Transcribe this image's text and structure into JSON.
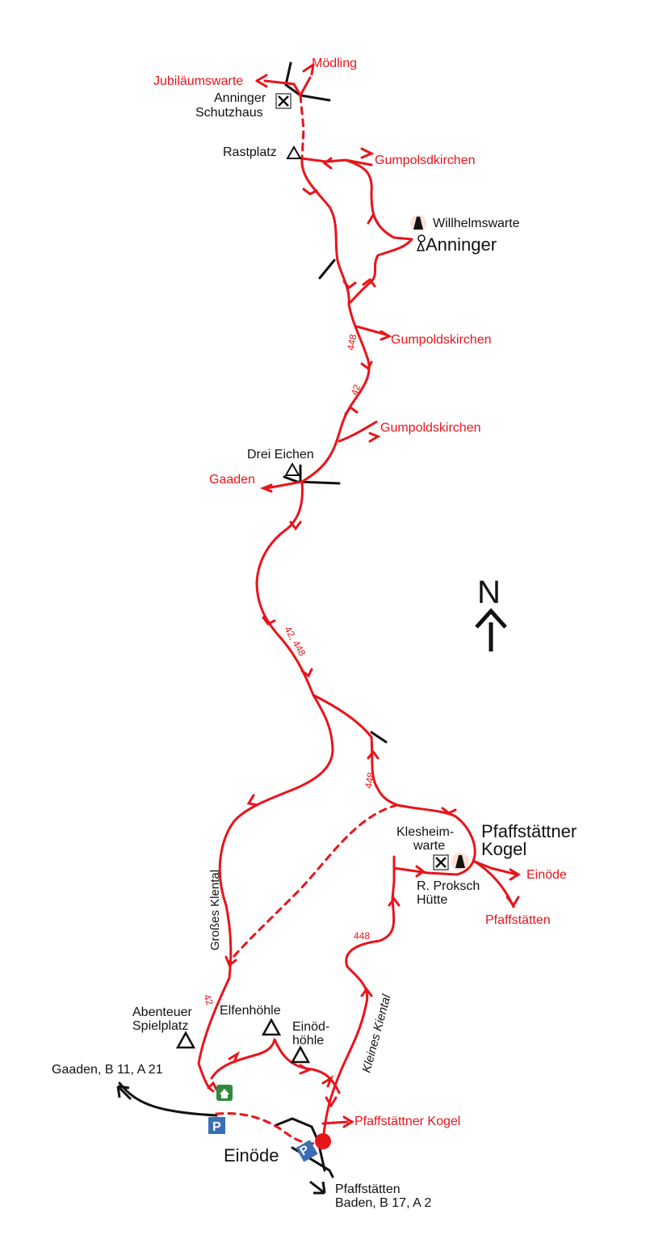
{
  "colors": {
    "route": "#e8141b",
    "road": "#111111",
    "parking": "#3a6fb6",
    "hut": "#2f8a3a"
  },
  "directions": {
    "moedling": "Mödling",
    "jubilaeumswarte": "Jubiläumswarte",
    "gumpolsdkirchen": "Gumpolsdkirchen",
    "gumpoldskirchen_1": "Gumpoldskirchen",
    "gumpoldskirchen_2": "Gumpoldskirchen",
    "gaaden_red": "Gaaden",
    "einoede_red": "Einöde",
    "pfaffstaetten_red": "Pfaffstätten",
    "pfaffstaettner_kogel_red": "Pfaffstättner Kogel",
    "gaaden_road": "Gaaden, B 11, A 21",
    "pfaffstaetten_road_1": "Pfaffstätten",
    "pfaffstaetten_road_2": "Baden, B 17, A 2"
  },
  "places": {
    "anninger_schutzhaus_1": "Anninger",
    "anninger_schutzhaus_2": "Schutzhaus",
    "rastplatz": "Rastplatz",
    "willhelmswarte": "Willhelmswarte",
    "anninger": "Anninger",
    "drei_eichen": "Drei Eichen",
    "pfaffstaettner_kogel_1": "Pfaffstättner",
    "pfaffstaettner_kogel_2": "Kogel",
    "klesheimwarte_1": "Klesheim-",
    "klesheimwarte_2": "warte",
    "proksch_1": "R. Proksch",
    "proksch_2": "Hütte",
    "abenteuer_1": "Abenteuer",
    "abenteuer_2": "Spielplatz",
    "elfenhoehle": "Elfenhöhle",
    "einoedhoehle_1": "Einöd-",
    "einoedhoehle_2": "höhle",
    "einoede": "Einöde",
    "grosses_kiental": "Großes Klental",
    "kleines_kiental": "Kleines Kiental"
  },
  "route_numbers": {
    "n448_top": "448",
    "n42_top": "42",
    "n42_448": "42, 448",
    "n448_mid": "448",
    "n448_low": "448",
    "n42_low": "42"
  },
  "compass": {
    "label": "N"
  },
  "icons": {
    "parking_label": "P"
  }
}
